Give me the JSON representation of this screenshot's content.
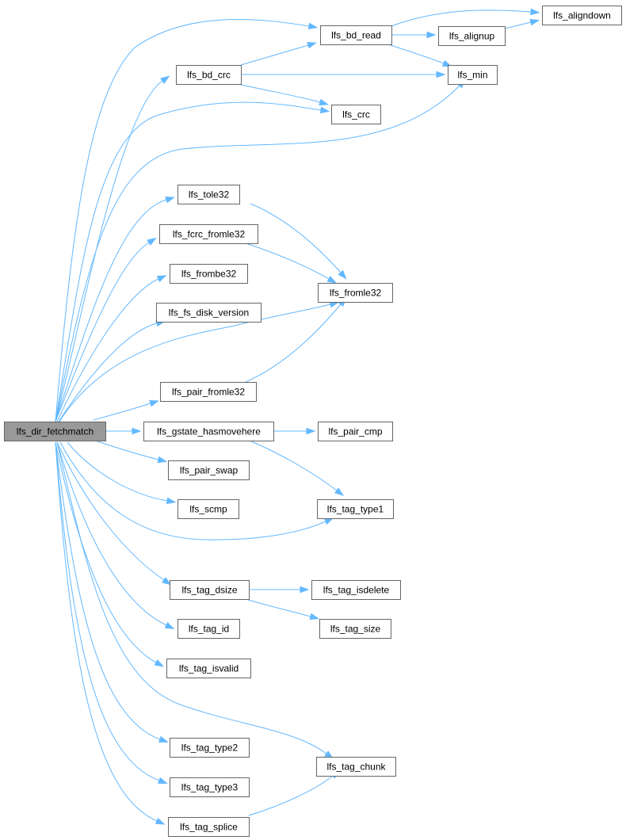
{
  "diagram": {
    "root": "lfs_dir_fetchmatch",
    "nodes": [
      {
        "id": "lfs_dir_fetchmatch",
        "label": "lfs_dir_fetchmatch",
        "root": true
      },
      {
        "id": "lfs_bd_crc",
        "label": "lfs_bd_crc"
      },
      {
        "id": "lfs_bd_read",
        "label": "lfs_bd_read"
      },
      {
        "id": "lfs_aligndown",
        "label": "lfs_aligndown"
      },
      {
        "id": "lfs_alignup",
        "label": "lfs_alignup"
      },
      {
        "id": "lfs_min",
        "label": "lfs_min"
      },
      {
        "id": "lfs_crc",
        "label": "lfs_crc"
      },
      {
        "id": "lfs_tole32",
        "label": "lfs_tole32"
      },
      {
        "id": "lfs_fcrc_fromle32",
        "label": "lfs_fcrc_fromle32"
      },
      {
        "id": "lfs_frombe32",
        "label": "lfs_frombe32"
      },
      {
        "id": "lfs_fromle32",
        "label": "lfs_fromle32"
      },
      {
        "id": "lfs_fs_disk_version",
        "label": "lfs_fs_disk_version"
      },
      {
        "id": "lfs_pair_fromle32",
        "label": "lfs_pair_fromle32"
      },
      {
        "id": "lfs_gstate_hasmovehere",
        "label": "lfs_gstate_hasmovehere"
      },
      {
        "id": "lfs_pair_cmp",
        "label": "lfs_pair_cmp"
      },
      {
        "id": "lfs_pair_swap",
        "label": "lfs_pair_swap"
      },
      {
        "id": "lfs_scmp",
        "label": "lfs_scmp"
      },
      {
        "id": "lfs_tag_type1",
        "label": "lfs_tag_type1"
      },
      {
        "id": "lfs_tag_dsize",
        "label": "lfs_tag_dsize"
      },
      {
        "id": "lfs_tag_isdelete",
        "label": "lfs_tag_isdelete"
      },
      {
        "id": "lfs_tag_size",
        "label": "lfs_tag_size"
      },
      {
        "id": "lfs_tag_id",
        "label": "lfs_tag_id"
      },
      {
        "id": "lfs_tag_isvalid",
        "label": "lfs_tag_isvalid"
      },
      {
        "id": "lfs_tag_type2",
        "label": "lfs_tag_type2"
      },
      {
        "id": "lfs_tag_chunk",
        "label": "lfs_tag_chunk"
      },
      {
        "id": "lfs_tag_type3",
        "label": "lfs_tag_type3"
      },
      {
        "id": "lfs_tag_splice",
        "label": "lfs_tag_splice"
      }
    ],
    "edges": [
      [
        "lfs_dir_fetchmatch",
        "lfs_bd_crc"
      ],
      [
        "lfs_dir_fetchmatch",
        "lfs_bd_read"
      ],
      [
        "lfs_dir_fetchmatch",
        "lfs_crc"
      ],
      [
        "lfs_dir_fetchmatch",
        "lfs_min"
      ],
      [
        "lfs_dir_fetchmatch",
        "lfs_tole32"
      ],
      [
        "lfs_dir_fetchmatch",
        "lfs_fcrc_fromle32"
      ],
      [
        "lfs_dir_fetchmatch",
        "lfs_frombe32"
      ],
      [
        "lfs_dir_fetchmatch",
        "lfs_fromle32"
      ],
      [
        "lfs_dir_fetchmatch",
        "lfs_fs_disk_version"
      ],
      [
        "lfs_dir_fetchmatch",
        "lfs_pair_fromle32"
      ],
      [
        "lfs_dir_fetchmatch",
        "lfs_gstate_hasmovehere"
      ],
      [
        "lfs_dir_fetchmatch",
        "lfs_pair_swap"
      ],
      [
        "lfs_dir_fetchmatch",
        "lfs_scmp"
      ],
      [
        "lfs_dir_fetchmatch",
        "lfs_tag_type1"
      ],
      [
        "lfs_dir_fetchmatch",
        "lfs_tag_dsize"
      ],
      [
        "lfs_dir_fetchmatch",
        "lfs_tag_id"
      ],
      [
        "lfs_dir_fetchmatch",
        "lfs_tag_isvalid"
      ],
      [
        "lfs_dir_fetchmatch",
        "lfs_tag_chunk"
      ],
      [
        "lfs_dir_fetchmatch",
        "lfs_tag_type2"
      ],
      [
        "lfs_dir_fetchmatch",
        "lfs_tag_type3"
      ],
      [
        "lfs_dir_fetchmatch",
        "lfs_tag_splice"
      ],
      [
        "lfs_bd_crc",
        "lfs_bd_read"
      ],
      [
        "lfs_bd_crc",
        "lfs_min"
      ],
      [
        "lfs_bd_crc",
        "lfs_crc"
      ],
      [
        "lfs_bd_read",
        "lfs_aligndown"
      ],
      [
        "lfs_bd_read",
        "lfs_alignup"
      ],
      [
        "lfs_bd_read",
        "lfs_min"
      ],
      [
        "lfs_alignup",
        "lfs_aligndown"
      ],
      [
        "lfs_tole32",
        "lfs_fromle32"
      ],
      [
        "lfs_fcrc_fromle32",
        "lfs_fromle32"
      ],
      [
        "lfs_pair_fromle32",
        "lfs_fromle32"
      ],
      [
        "lfs_gstate_hasmovehere",
        "lfs_pair_cmp"
      ],
      [
        "lfs_gstate_hasmovehere",
        "lfs_tag_type1"
      ],
      [
        "lfs_tag_dsize",
        "lfs_tag_isdelete"
      ],
      [
        "lfs_tag_dsize",
        "lfs_tag_size"
      ],
      [
        "lfs_tag_splice",
        "lfs_tag_chunk"
      ]
    ]
  }
}
